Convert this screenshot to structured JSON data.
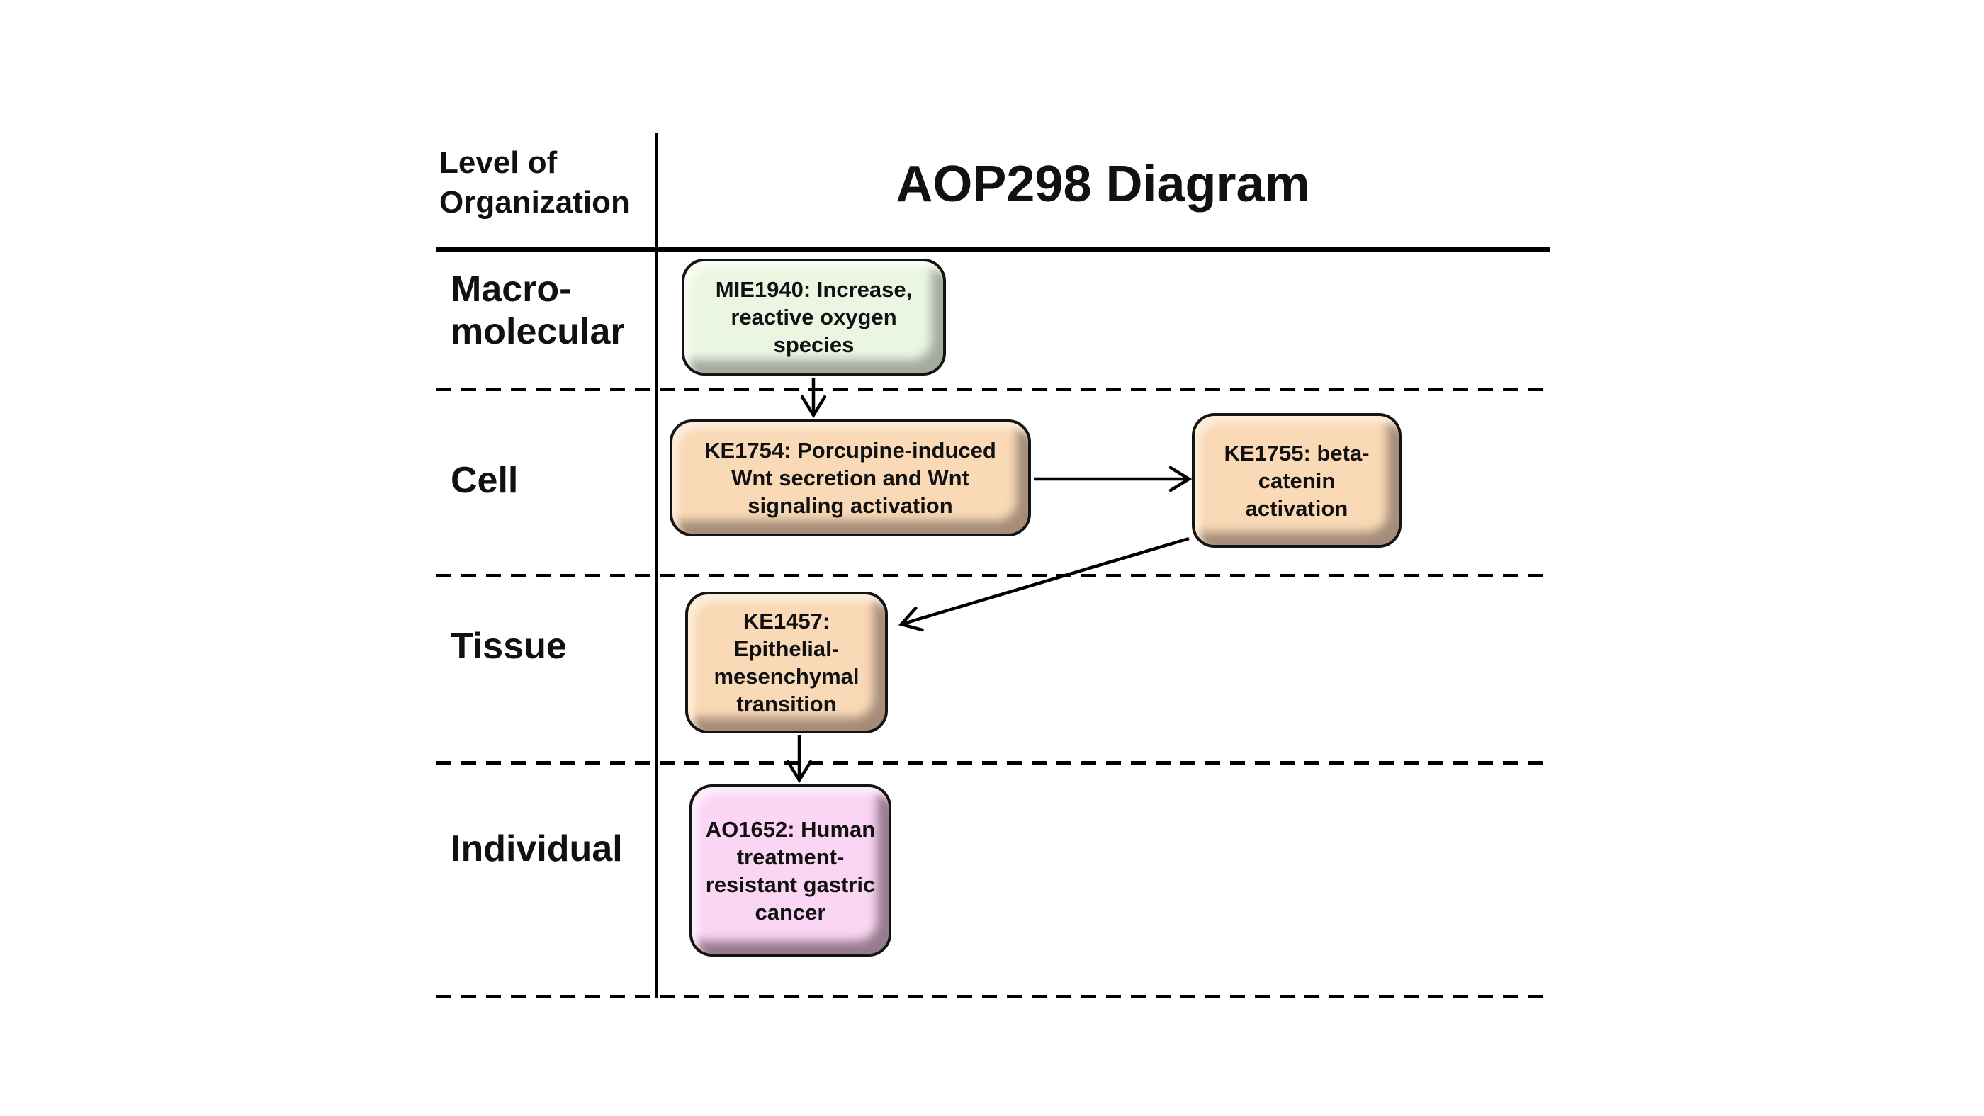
{
  "title": "AOP298 Diagram",
  "axis_label": "Level of\nOrganization",
  "levels": [
    {
      "id": "macromolecular",
      "label": "Macro-\nmolecular"
    },
    {
      "id": "cell",
      "label": "Cell"
    },
    {
      "id": "tissue",
      "label": "Tissue"
    },
    {
      "id": "individual",
      "label": "Individual"
    }
  ],
  "nodes": [
    {
      "id": "MIE1940",
      "label": "MIE1940: Increase,\nreactive oxygen\nspecies",
      "level": "Macro-molecular",
      "kind": "molecular-initiating-event",
      "fill": "#eaf6e2",
      "bevel_highlight": "#f8fcf3",
      "bevel_shadow": "#a2ab9e"
    },
    {
      "id": "KE1754",
      "label": "KE1754: Porcupine-induced\nWnt secretion and Wnt\nsignaling activation",
      "level": "Cell",
      "kind": "key-event",
      "fill": "#f9d9b6",
      "bevel_highlight": "#fdeedd",
      "bevel_shadow": "#a58c78"
    },
    {
      "id": "KE1755",
      "label": "KE1755: beta-\ncatenin\nactivation",
      "level": "Cell",
      "kind": "key-event",
      "fill": "#f9d9b6",
      "bevel_highlight": "#fdeedd",
      "bevel_shadow": "#a58c78"
    },
    {
      "id": "KE1457",
      "label": "KE1457:\nEpithelial-\nmesenchymal\ntransition",
      "level": "Tissue",
      "kind": "key-event",
      "fill": "#f9d9b6",
      "bevel_highlight": "#fdeedd",
      "bevel_shadow": "#a58c78"
    },
    {
      "id": "AO1652",
      "label": "AO1652: Human\ntreatment-\nresistant gastric\ncancer",
      "level": "Individual",
      "kind": "adverse-outcome",
      "fill": "#fbd5f4",
      "bevel_highlight": "#fdeefb",
      "bevel_shadow": "#967a8d"
    }
  ],
  "edges": [
    {
      "from": "MIE1940",
      "to": "KE1754"
    },
    {
      "from": "KE1754",
      "to": "KE1755"
    },
    {
      "from": "KE1755",
      "to": "KE1457"
    },
    {
      "from": "KE1457",
      "to": "AO1652"
    }
  ],
  "colors": {
    "background": "#ffffff",
    "line": "#000000",
    "text": "#111111"
  }
}
